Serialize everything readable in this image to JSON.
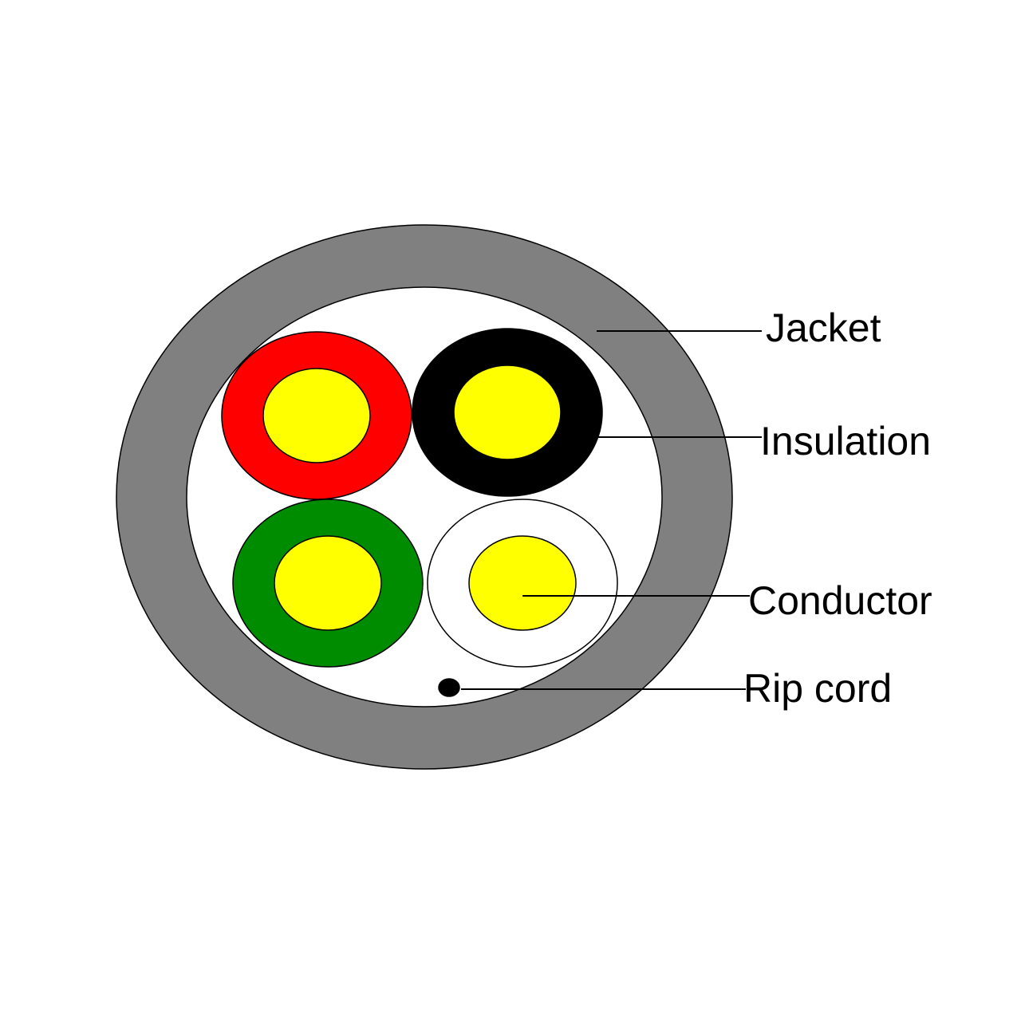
{
  "labels": {
    "jacket": "Jacket",
    "insulation": "Insulation",
    "conductor": "Conductor",
    "rip_cord": "Rip cord"
  },
  "colors": {
    "jacket": "#808080",
    "filler": "#ffffff",
    "conductor": "#ffff00",
    "insulation_red": "#ff0000",
    "insulation_black": "#000000",
    "insulation_green": "#008c00",
    "insulation_white": "#ffffff",
    "rip_cord": "#000000"
  }
}
